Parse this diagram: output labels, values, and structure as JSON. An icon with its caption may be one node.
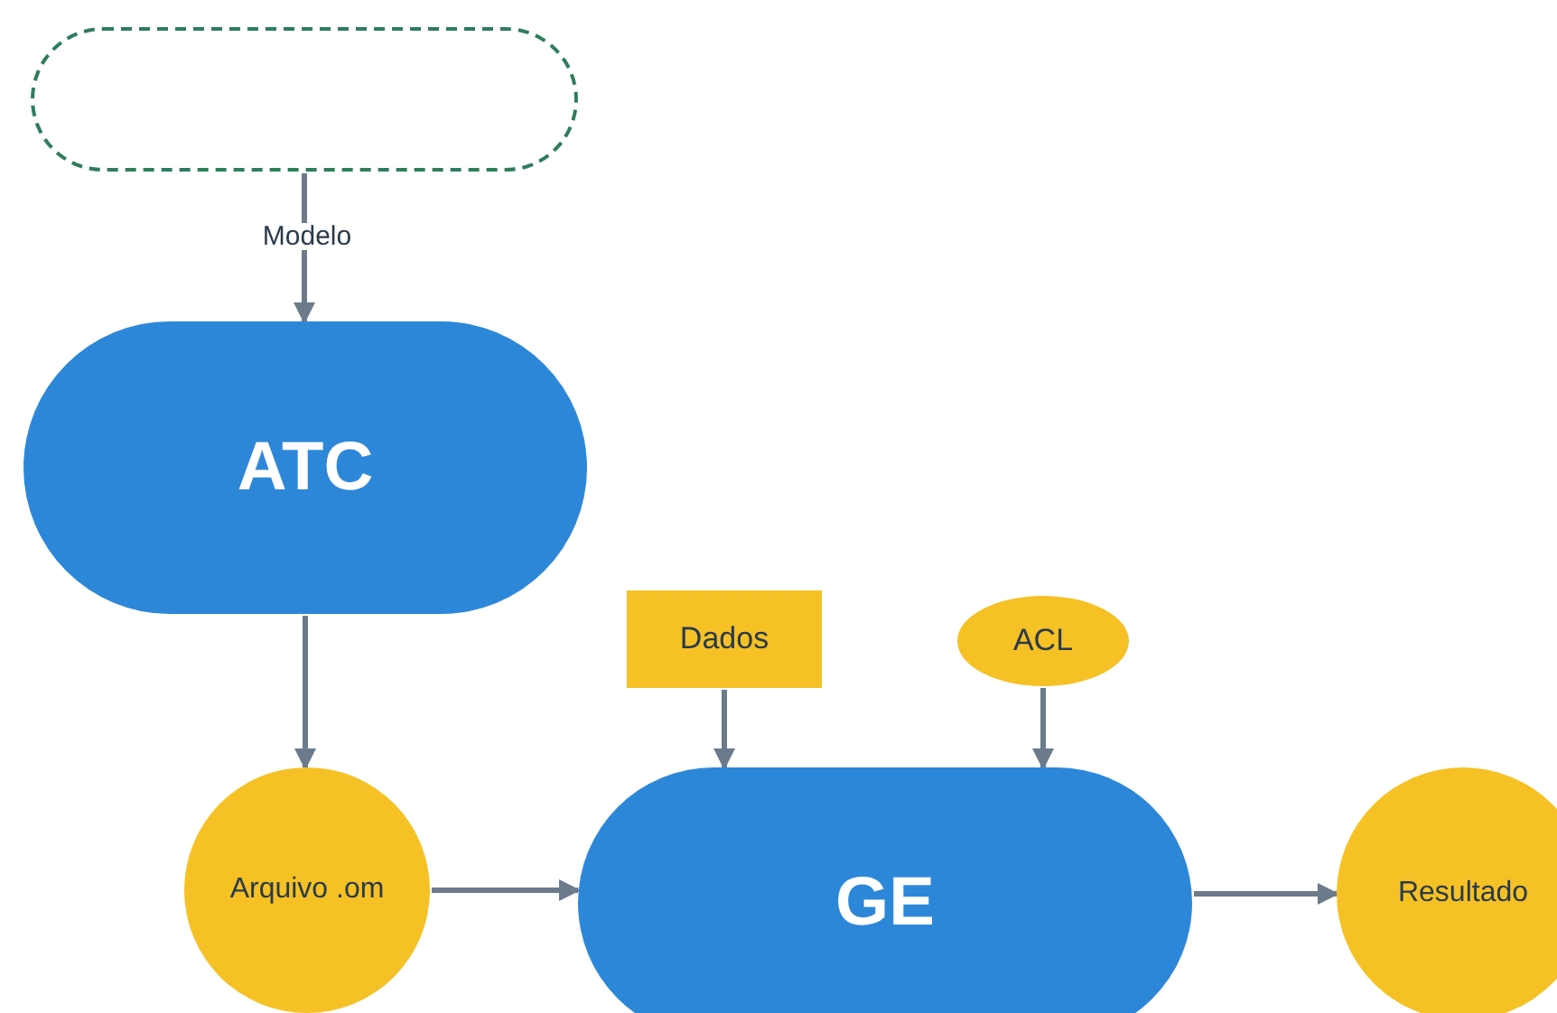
{
  "diagram": {
    "nodes": [
      {
        "text": [],
        "shape": "box"
      },
      {
        "text": [
          "ATC"
        ]
      },
      {
        "text": [
          "Dados"
        ]
      },
      {
        "text": [
          "ACL"
        ]
      },
      {
        "text": [
          "Arquivo .om"
        ]
      },
      {
        "text": [
          "GE"
        ]
      },
      {
        "text": [
          "Resultado"
        ]
      }
    ],
    "edges": [
      {
        "from": 0,
        "to": 1,
        "arrow": "to",
        "label": "Modelo"
      },
      {
        "from": 1,
        "to": 4,
        "arrow": "to"
      },
      {
        "from": 2,
        "to": 5,
        "arrow": "to"
      },
      {
        "from": 3,
        "to": 5,
        "arrow": "to"
      },
      {
        "from": 4,
        "to": 5,
        "arrow": "to"
      },
      {
        "from": 5,
        "to": 6,
        "arrow": "to"
      }
    ]
  }
}
